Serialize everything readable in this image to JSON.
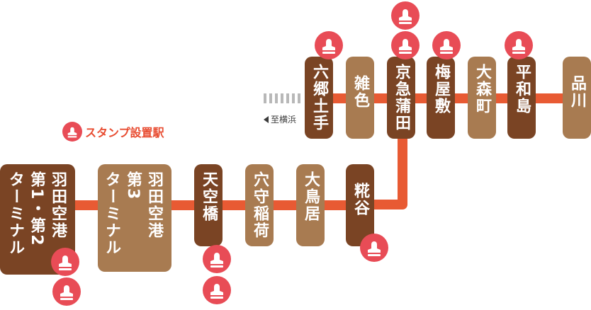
{
  "colors": {
    "line": "#e85a33",
    "stamp": "#e84c56",
    "station_dark": "#7a4424",
    "station_light": "#a87b51",
    "text_light": "#ffffff"
  },
  "legend": {
    "icon": "stamp-icon",
    "label": "スタンプ設置駅"
  },
  "direction": {
    "label": "至横浜",
    "icon": "left-arrow-icon"
  },
  "stations": {
    "haneda_t12": {
      "lines": [
        "羽田空港",
        "第1・第2",
        "ターミナル"
      ],
      "has_stamp": true
    },
    "haneda_t3": {
      "lines": [
        "羽田空港",
        "第3",
        "ターミナル"
      ],
      "has_stamp": false
    },
    "tenkubashi": {
      "lines": [
        "天空橋"
      ],
      "has_stamp": true
    },
    "anamori_inari": {
      "lines": [
        "穴守稲荷"
      ],
      "has_stamp": false
    },
    "otorii": {
      "lines": [
        "大鳥居"
      ],
      "has_stamp": false
    },
    "kojiya": {
      "lines": [
        "糀谷"
      ],
      "has_stamp": true
    },
    "rokugodote": {
      "lines": [
        "六郷土手"
      ],
      "has_stamp": true
    },
    "zoshiki": {
      "lines": [
        "雑色"
      ],
      "has_stamp": false
    },
    "keikyu_kamata": {
      "lines": [
        "京急蒲田"
      ],
      "has_stamp": true
    },
    "umeyashiki": {
      "lines": [
        "梅屋敷"
      ],
      "has_stamp": true
    },
    "omorimachi": {
      "lines": [
        "大森町"
      ],
      "has_stamp": false
    },
    "heiwajima": {
      "lines": [
        "平和島"
      ],
      "has_stamp": true
    },
    "shinagawa": {
      "lines": [
        "品川"
      ],
      "has_stamp": false
    }
  }
}
